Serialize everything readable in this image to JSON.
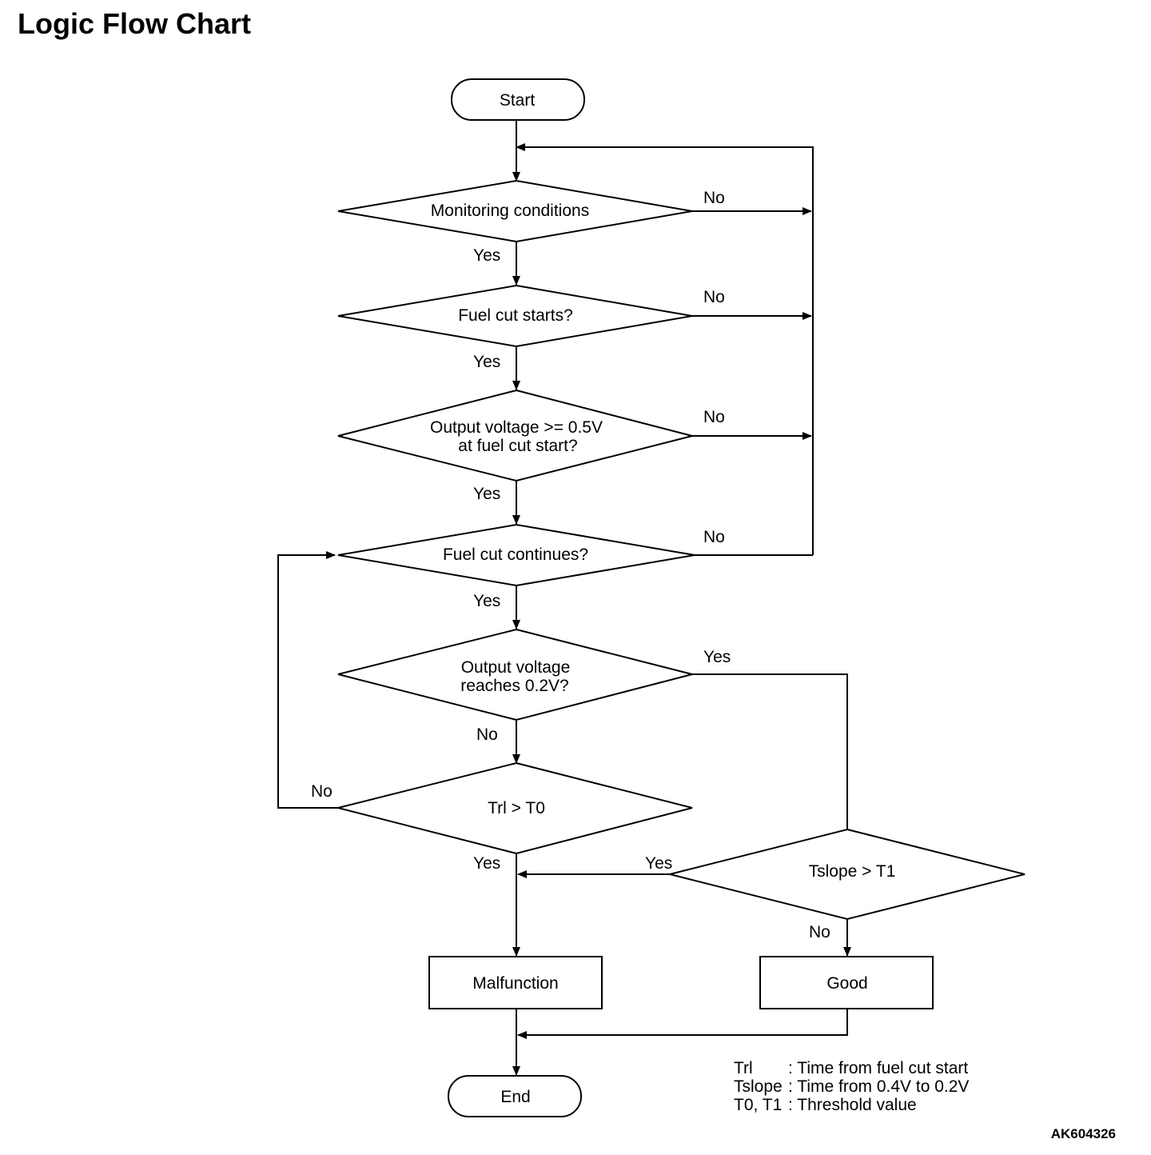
{
  "title": "Logic Flow Chart",
  "diagram_code": "AK604326",
  "nodes": {
    "start": "Start",
    "monitoring": "Monitoring conditions",
    "fuel_cut_starts": "Fuel cut starts?",
    "output_voltage_line1": "Output voltage >= 0.5V",
    "output_voltage_line2": "at fuel cut start?",
    "fuel_cut_continues": "Fuel cut continues?",
    "reaches_line1": "Output voltage",
    "reaches_line2": "reaches 0.2V?",
    "trl_t0": "Trl > T0",
    "tslope_t1": "Tslope > T1",
    "malfunction": "Malfunction",
    "good": "Good",
    "end": "End"
  },
  "edge_labels": {
    "monitoring_no": "No",
    "monitoring_yes": "Yes",
    "fuel_cut_starts_no": "No",
    "fuel_cut_starts_yes": "Yes",
    "output_voltage_no": "No",
    "output_voltage_yes": "Yes",
    "fuel_cut_continues_no": "No",
    "fuel_cut_continues_yes": "Yes",
    "reaches_yes": "Yes",
    "reaches_no": "No",
    "trl_no": "No",
    "trl_yes": "Yes",
    "tslope_yes": "Yes",
    "tslope_no": "No"
  },
  "legend": [
    {
      "term": "Trl",
      "desc": ": Time from fuel cut start"
    },
    {
      "term": "Tslope",
      "desc": ": Time from 0.4V to 0.2V"
    },
    {
      "term": "T0, T1",
      "desc": ": Threshold value"
    }
  ]
}
